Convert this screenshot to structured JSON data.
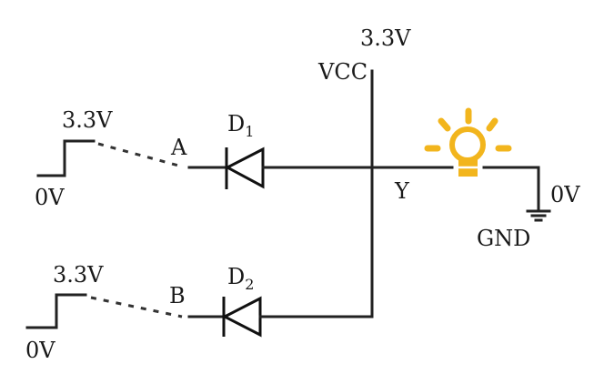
{
  "labels": {
    "supply_voltage": "3.3V",
    "supply_name": "VCC",
    "input_a_high": "3.3V",
    "input_a_low": "0V",
    "input_a_name": "A",
    "input_b_high": "3.3V",
    "input_b_low": "0V",
    "input_b_name": "B",
    "diode1_letter": "D",
    "diode1_index": "1",
    "diode2_letter": "D",
    "diode2_index": "2",
    "output_name": "Y",
    "output_voltage": "0V",
    "ground_name": "GND"
  },
  "colors": {
    "wire": "#222222",
    "bulb": "#f2b51d",
    "text": "#1a1a1a"
  },
  "icons": [
    "diode-icon",
    "light-bulb-icon",
    "ground-icon"
  ]
}
